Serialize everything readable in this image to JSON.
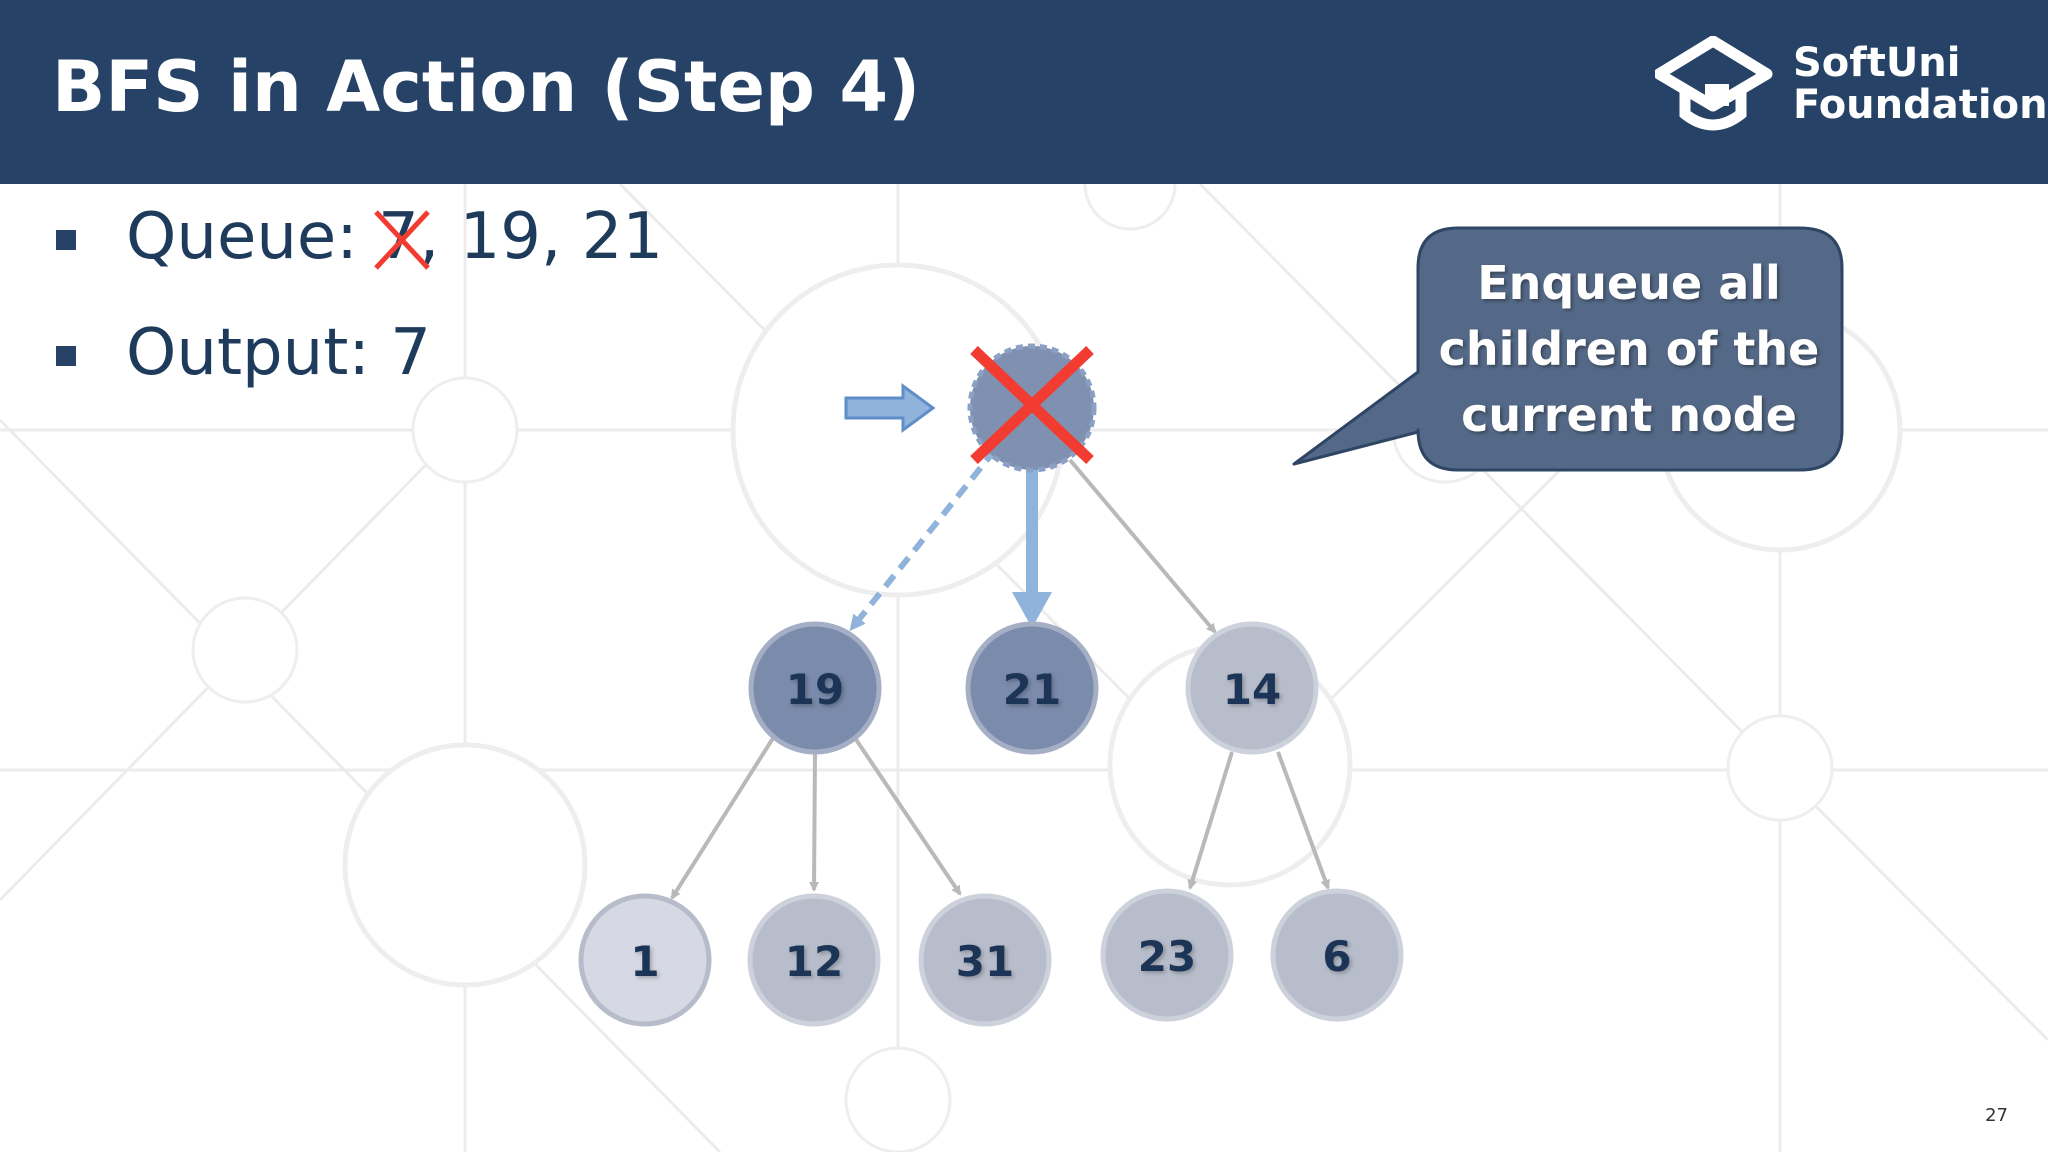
{
  "slide": {
    "title": "BFS in Action (Step 4)",
    "page_number": "27"
  },
  "logo": {
    "line1": "SoftUni",
    "line2": "Foundation"
  },
  "bullets": {
    "queue_label": "Queue: ",
    "queue_removed": "7",
    "queue_rest": ", 19, 21",
    "output": "Output: 7"
  },
  "callout": {
    "text": "Enqueue all children of the current node"
  },
  "tree": {
    "nodes": [
      {
        "id": "n7",
        "label": "",
        "state": "visited-current"
      },
      {
        "id": "n19",
        "label": "19",
        "state": "queued"
      },
      {
        "id": "n21",
        "label": "21",
        "state": "queued"
      },
      {
        "id": "n14",
        "label": "14",
        "state": "unvisited"
      },
      {
        "id": "n1",
        "label": "1",
        "state": "unvisited-light"
      },
      {
        "id": "n12",
        "label": "12",
        "state": "unvisited"
      },
      {
        "id": "n31",
        "label": "31",
        "state": "unvisited"
      },
      {
        "id": "n23",
        "label": "23",
        "state": "unvisited"
      },
      {
        "id": "n6",
        "label": "6",
        "state": "unvisited"
      }
    ],
    "edges": [
      {
        "from": "n7",
        "to": "n19",
        "style": "dashed-blue"
      },
      {
        "from": "n7",
        "to": "n21",
        "style": "solid-blue"
      },
      {
        "from": "n7",
        "to": "n14",
        "style": "gray"
      },
      {
        "from": "n19",
        "to": "n1",
        "style": "gray"
      },
      {
        "from": "n19",
        "to": "n12",
        "style": "gray"
      },
      {
        "from": "n19",
        "to": "n31",
        "style": "gray"
      },
      {
        "from": "n14",
        "to": "n23",
        "style": "gray"
      },
      {
        "from": "n14",
        "to": "n6",
        "style": "gray"
      }
    ]
  },
  "colors": {
    "header_bg": "#264266",
    "text_dark": "#1f3b5c",
    "node_queued": "#7b8bab",
    "node_unvisited": "#b8bdcb",
    "node_light": "#d6d9e3",
    "node_current": "#8090b0",
    "cross_red": "#f23c32",
    "arrow_blue": "#8fb3db",
    "edge_gray": "#b9b9b9",
    "callout_bg": "#546987"
  }
}
